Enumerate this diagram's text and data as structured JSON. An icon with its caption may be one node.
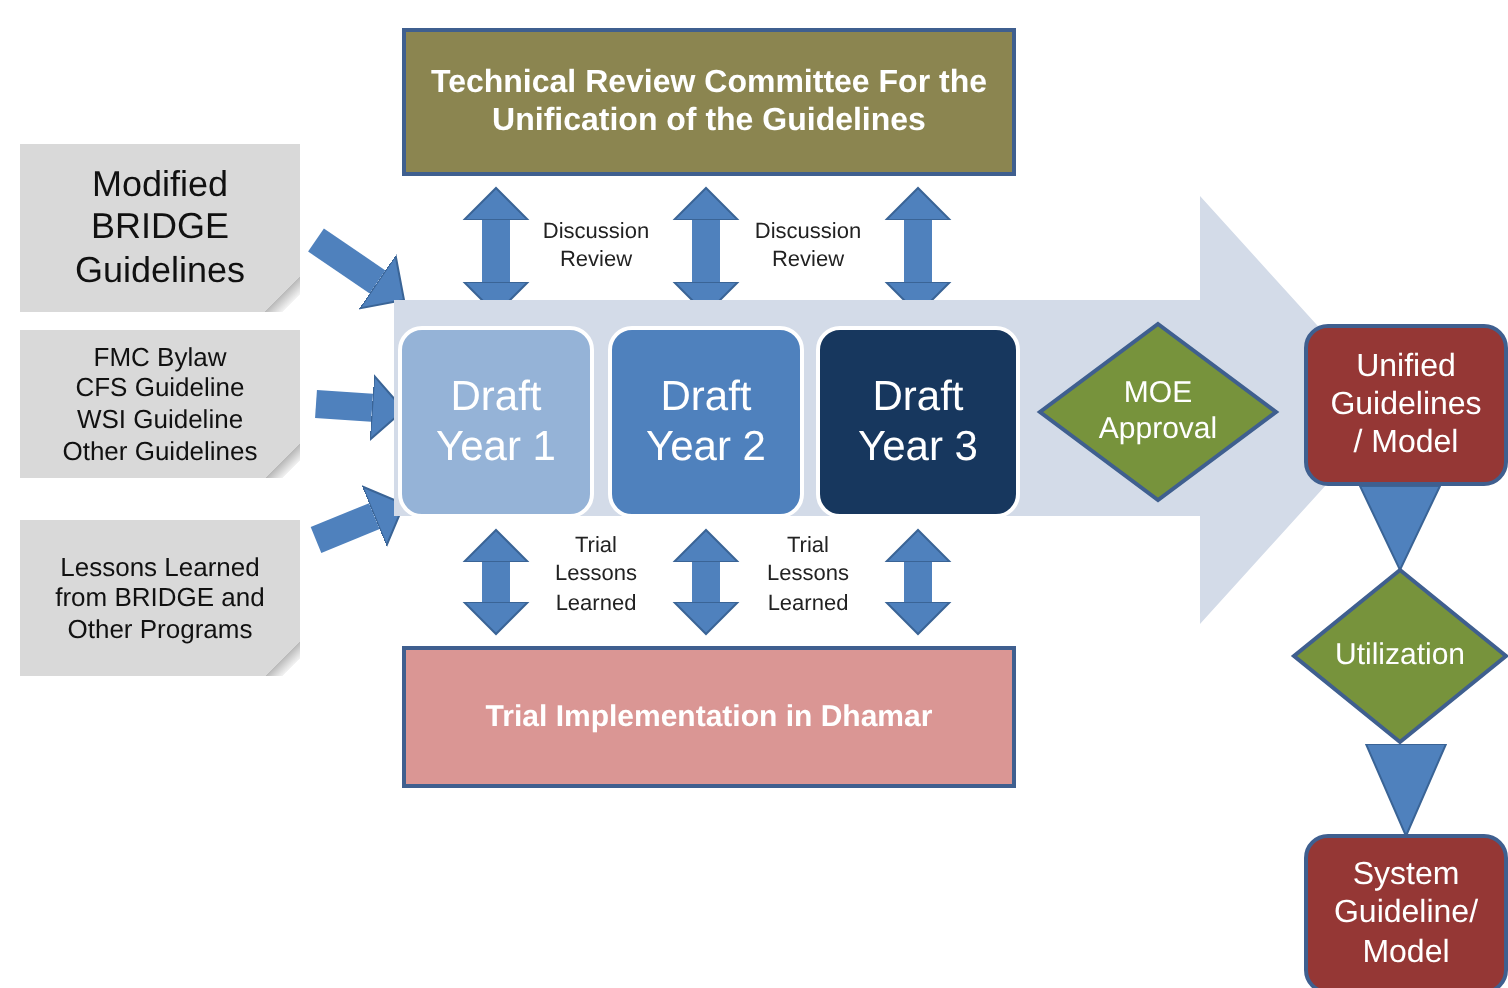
{
  "diagram": {
    "nodes": [
      {
        "text": [
          "Technical Review Committee For the Unification of the Guidelines"
        ]
      },
      {
        "text": [
          "Modified BRIDGE Guidelines"
        ]
      },
      {
        "text": [
          "FMC Bylaw",
          "CFS Guideline",
          "WSI Guideline",
          "Other Guidelines"
        ]
      },
      {
        "text": [
          "Lessons Learned from BRIDGE and Other Programs"
        ]
      },
      {
        "text": [],
        "shape": "arrow"
      },
      {
        "text": [
          "Draft Year 1"
        ],
        "in": 4
      },
      {
        "text": [
          "Draft Year 2"
        ],
        "in": 4
      },
      {
        "text": [
          "Draft Year 3"
        ],
        "in": 4
      },
      {
        "text": [
          "MOE Approval"
        ],
        "in": 4
      },
      {
        "text": [
          "Unified Guidelines / Model"
        ]
      },
      {
        "text": [
          "Utilization"
        ]
      },
      {
        "text": [
          "System Guideline/ Model"
        ]
      },
      {
        "text": [
          "Trial Implementation in Dhamar"
        ]
      }
    ],
    "edges": [
      {
        "from": 1,
        "to": 4,
        "arrow": "to"
      },
      {
        "from": 2,
        "to": 4,
        "arrow": "to"
      },
      {
        "from": 3,
        "to": 4,
        "arrow": "to"
      },
      {
        "from": 0,
        "to": 5,
        "arrow": "both"
      },
      {
        "from": 0,
        "to": 6,
        "arrow": "both"
      },
      {
        "from": 0,
        "to": 7,
        "arrow": "both"
      },
      {
        "from": 5,
        "to": 12,
        "arrow": "both"
      },
      {
        "from": 6,
        "to": 12,
        "arrow": "both"
      },
      {
        "from": 7,
        "to": 12,
        "arrow": "both"
      },
      {
        "from": 9,
        "to": 10,
        "arrow": "to"
      },
      {
        "from": 10,
        "to": 11,
        "arrow": "to"
      }
    ],
    "labels": [
      "Discussion Review",
      "Discussion Review",
      "Trial Lessons Learned",
      "Trial Lessons Learned"
    ]
  }
}
